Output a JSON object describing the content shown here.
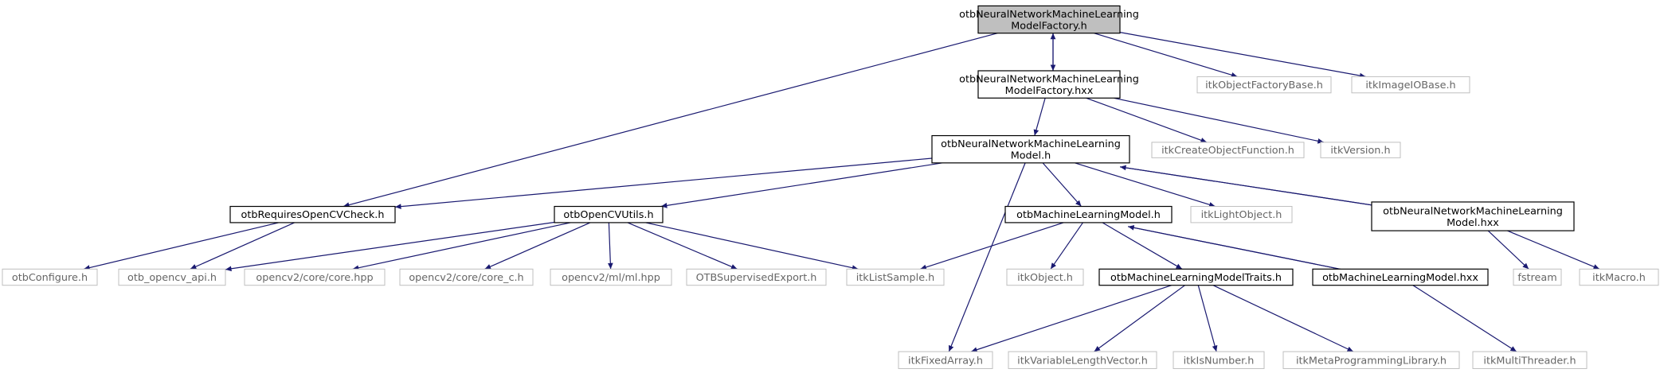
{
  "colors": {
    "edge": "#191970",
    "root_fill": "#bfbfbf",
    "solid_border": "#000000",
    "external_border": "#bfbfbf",
    "external_text": "#666666",
    "text": "#000000"
  },
  "nodes": {
    "root": {
      "lines": [
        "otbNeuralNetworkMachineLearning",
        "ModelFactory.h"
      ],
      "kind": "root"
    },
    "factory_hxx": {
      "lines": [
        "otbNeuralNetworkMachineLearning",
        "ModelFactory.hxx"
      ],
      "kind": "solid"
    },
    "obj_factory_base": {
      "lines": [
        "itkObjectFactoryBase.h"
      ],
      "kind": "external"
    },
    "image_io_base": {
      "lines": [
        "itkImageIOBase.h"
      ],
      "kind": "external"
    },
    "nn_model_h": {
      "lines": [
        "otbNeuralNetworkMachineLearning",
        "Model.h"
      ],
      "kind": "solid"
    },
    "create_object_fn": {
      "lines": [
        "itkCreateObjectFunction.h"
      ],
      "kind": "external"
    },
    "itk_version": {
      "lines": [
        "itkVersion.h"
      ],
      "kind": "external"
    },
    "requires_opencv": {
      "lines": [
        "otbRequiresOpenCVCheck.h"
      ],
      "kind": "solid"
    },
    "opencv_utils": {
      "lines": [
        "otbOpenCVUtils.h"
      ],
      "kind": "solid"
    },
    "ml_model_h": {
      "lines": [
        "otbMachineLearningModel.h"
      ],
      "kind": "solid"
    },
    "light_object": {
      "lines": [
        "itkLightObject.h"
      ],
      "kind": "external"
    },
    "nn_model_hxx": {
      "lines": [
        "otbNeuralNetworkMachineLearning",
        "Model.hxx"
      ],
      "kind": "solid"
    },
    "otb_configure": {
      "lines": [
        "otbConfigure.h"
      ],
      "kind": "external"
    },
    "opencv_api": {
      "lines": [
        "otb_opencv_api.h"
      ],
      "kind": "external"
    },
    "core_hpp": {
      "lines": [
        "opencv2/core/core.hpp"
      ],
      "kind": "external"
    },
    "core_c": {
      "lines": [
        "opencv2/core/core_c.h"
      ],
      "kind": "external"
    },
    "ml_hpp": {
      "lines": [
        "opencv2/ml/ml.hpp"
      ],
      "kind": "external"
    },
    "supervised_export": {
      "lines": [
        "OTBSupervisedExport.h"
      ],
      "kind": "external"
    },
    "list_sample": {
      "lines": [
        "itkListSample.h"
      ],
      "kind": "external"
    },
    "itk_object": {
      "lines": [
        "itkObject.h"
      ],
      "kind": "external"
    },
    "ml_traits": {
      "lines": [
        "otbMachineLearningModelTraits.h"
      ],
      "kind": "solid"
    },
    "ml_model_hxx": {
      "lines": [
        "otbMachineLearningModel.hxx"
      ],
      "kind": "solid"
    },
    "fstream": {
      "lines": [
        "fstream"
      ],
      "kind": "external"
    },
    "itk_macro": {
      "lines": [
        "itkMacro.h"
      ],
      "kind": "external"
    },
    "fixed_array": {
      "lines": [
        "itkFixedArray.h"
      ],
      "kind": "external"
    },
    "var_length_vector": {
      "lines": [
        "itkVariableLengthVector.h"
      ],
      "kind": "external"
    },
    "is_number": {
      "lines": [
        "itkIsNumber.h"
      ],
      "kind": "external"
    },
    "meta_prog": {
      "lines": [
        "itkMetaProgrammingLibrary.h"
      ],
      "kind": "external"
    },
    "multi_threader": {
      "lines": [
        "itkMultiThreader.h"
      ],
      "kind": "external"
    }
  },
  "edges": [
    [
      "root",
      "factory_hxx"
    ],
    [
      "factory_hxx",
      "root"
    ],
    [
      "root",
      "obj_factory_base"
    ],
    [
      "root",
      "image_io_base"
    ],
    [
      "root",
      "requires_opencv"
    ],
    [
      "factory_hxx",
      "nn_model_h"
    ],
    [
      "factory_hxx",
      "create_object_fn"
    ],
    [
      "factory_hxx",
      "itk_version"
    ],
    [
      "nn_model_h",
      "requires_opencv"
    ],
    [
      "nn_model_h",
      "opencv_utils"
    ],
    [
      "nn_model_h",
      "ml_model_h"
    ],
    [
      "nn_model_h",
      "light_object"
    ],
    [
      "nn_model_h",
      "nn_model_hxx"
    ],
    [
      "nn_model_hxx",
      "nn_model_h"
    ],
    [
      "nn_model_h",
      "fixed_array"
    ],
    [
      "requires_opencv",
      "otb_configure"
    ],
    [
      "requires_opencv",
      "opencv_api"
    ],
    [
      "opencv_utils",
      "opencv_api"
    ],
    [
      "opencv_utils",
      "core_hpp"
    ],
    [
      "opencv_utils",
      "core_c"
    ],
    [
      "opencv_utils",
      "ml_hpp"
    ],
    [
      "opencv_utils",
      "supervised_export"
    ],
    [
      "opencv_utils",
      "list_sample"
    ],
    [
      "ml_model_h",
      "list_sample"
    ],
    [
      "ml_model_h",
      "itk_object"
    ],
    [
      "ml_model_h",
      "ml_traits"
    ],
    [
      "ml_model_h",
      "ml_model_hxx"
    ],
    [
      "ml_model_hxx",
      "ml_model_h"
    ],
    [
      "nn_model_hxx",
      "fstream"
    ],
    [
      "nn_model_hxx",
      "itk_macro"
    ],
    [
      "ml_traits",
      "fixed_array"
    ],
    [
      "ml_traits",
      "var_length_vector"
    ],
    [
      "ml_traits",
      "is_number"
    ],
    [
      "ml_traits",
      "meta_prog"
    ],
    [
      "ml_model_hxx",
      "multi_threader"
    ]
  ]
}
